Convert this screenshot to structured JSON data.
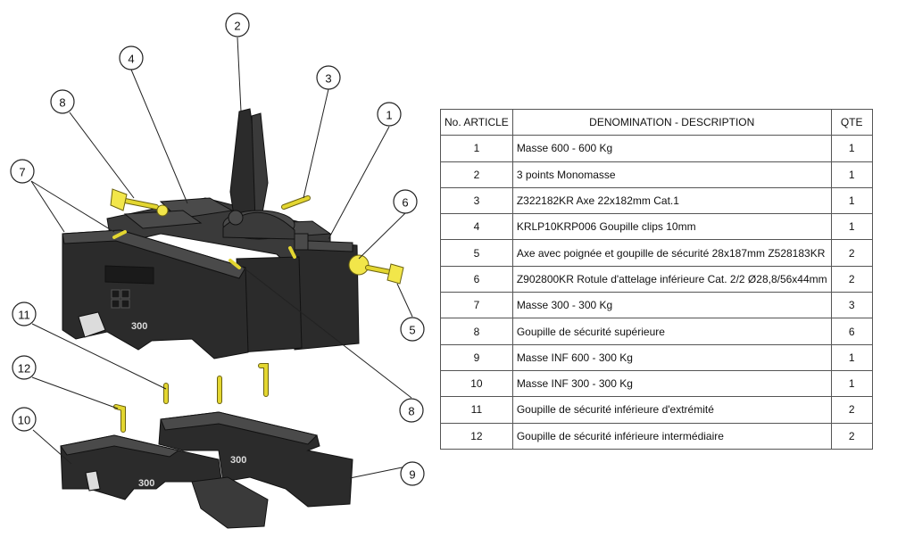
{
  "table": {
    "headers": {
      "number": "No. ARTICLE",
      "description": "DENOMINATION - DESCRIPTION",
      "quantity": "QTE"
    },
    "rows": [
      {
        "number": "1",
        "description": "Masse 600 - 600 Kg",
        "quantity": "1"
      },
      {
        "number": "2",
        "description": "3 points Monomasse",
        "quantity": "1"
      },
      {
        "number": "3",
        "description": "Z322182KR Axe 22x182mm Cat.1",
        "quantity": "1"
      },
      {
        "number": "4",
        "description": "KRLP10KRP006 Goupille clips 10mm",
        "quantity": "1"
      },
      {
        "number": "5",
        "description": "Axe avec poignée et goupille de sécurité 28x187mm Z528183KR",
        "quantity": "2"
      },
      {
        "number": "6",
        "description": "Z902800KR Rotule d'attelage inférieure Cat. 2/2 Ø28,8/56x44mm",
        "quantity": "2"
      },
      {
        "number": "7",
        "description": "Masse 300 - 300 Kg",
        "quantity": "3"
      },
      {
        "number": "8",
        "description": "Goupille de sécurité supérieure",
        "quantity": "6"
      },
      {
        "number": "9",
        "description": "Masse INF 600 - 300 Kg",
        "quantity": "1"
      },
      {
        "number": "10",
        "description": "Masse INF 300 - 300 Kg",
        "quantity": "1"
      },
      {
        "number": "11",
        "description": "Goupille de sécurité inférieure d'extrémité",
        "quantity": "2"
      },
      {
        "number": "12",
        "description": "Goupille de sécurité inférieure intermédiaire",
        "quantity": "2"
      }
    ]
  },
  "diagram": {
    "callouts": [
      "2",
      "4",
      "3",
      "8",
      "1",
      "7",
      "6",
      "5",
      "11",
      "12",
      "8",
      "10",
      "9"
    ],
    "stamps": {
      "upper": "300",
      "lower_left": "300",
      "lower_right": "300"
    }
  }
}
